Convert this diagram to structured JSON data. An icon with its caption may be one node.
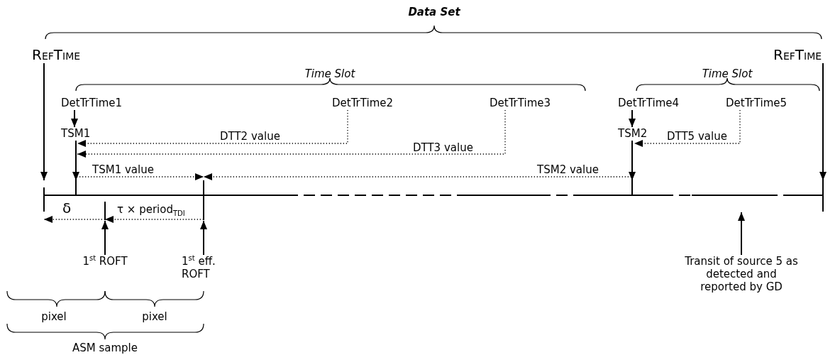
{
  "diagram": {
    "nodes": [
      {
        "text": [
          "RefTime"
        ]
      },
      {
        "text": [
          "RefTime"
        ]
      },
      {
        "text": [
          "DetTrTime1"
        ]
      },
      {
        "text": [
          "TSM1"
        ]
      },
      {
        "text": [
          "DetTrTime2"
        ]
      },
      {
        "text": [
          "DetTrTime3"
        ]
      },
      {
        "text": [
          "DetTrTime4"
        ]
      },
      {
        "text": [
          "TSM2"
        ]
      },
      {
        "text": [
          "DetTrTime5"
        ]
      },
      {
        "text": [
          "1$^{st}$ ROFT"
        ]
      },
      {
        "text": [
          "1$^{st}$ eff. ROFT"
        ]
      },
      {
        "text": [
          "Transit of source 5 as detected and reported by GD"
        ]
      },
      {
        "text": [],
        "shape": "bar"
      },
      {
        "text": [],
        "shape": "bar"
      },
      {
        "text": [],
        "shape": "bar"
      }
    ],
    "edges": [
      {
        "from": 0,
        "to": 12,
        "arrow": "to"
      },
      {
        "from": 1,
        "to": 12,
        "arrow": "to"
      },
      {
        "from": 2,
        "to": 3,
        "arrow": "to"
      },
      {
        "from": 6,
        "to": 7,
        "arrow": "to"
      },
      {
        "from": 3,
        "to": 12,
        "arrow": "to"
      },
      {
        "from": 7,
        "to": 12,
        "arrow": "to"
      },
      {
        "from": 4,
        "to": 3,
        "arrow": "to",
        "label": "DTT2 value",
        "style": "dashed"
      },
      {
        "from": 5,
        "to": 3,
        "arrow": "to",
        "label": "DTT3 value",
        "style": "dashed"
      },
      {
        "from": 8,
        "to": 7,
        "arrow": "to",
        "label": "DTT5 value",
        "style": "dashed"
      },
      {
        "from": 12,
        "to": 14,
        "arrow": "to",
        "label": "TSM1 value",
        "style": "dashed"
      },
      {
        "from": 12,
        "to": 14,
        "arrow": "to",
        "label": "TSM2 value",
        "style": "dashed"
      },
      {
        "from": 14,
        "to": 13,
        "arrow": "to",
        "label": "τ × period$_{TDI}$",
        "style": "dashed"
      },
      {
        "from": 13,
        "to": 12,
        "arrow": "to",
        "label": "δ",
        "style": "dashed"
      },
      {
        "from": 9,
        "to": 13,
        "arrow": "to"
      },
      {
        "from": 10,
        "to": 14,
        "arrow": "to"
      },
      {
        "from": 11,
        "to": 12,
        "arrow": "to"
      }
    ],
    "labels": [
      "Data Set",
      "Time Slot",
      "Time Slot",
      "pixel",
      "pixel",
      "ASM sample"
    ]
  }
}
